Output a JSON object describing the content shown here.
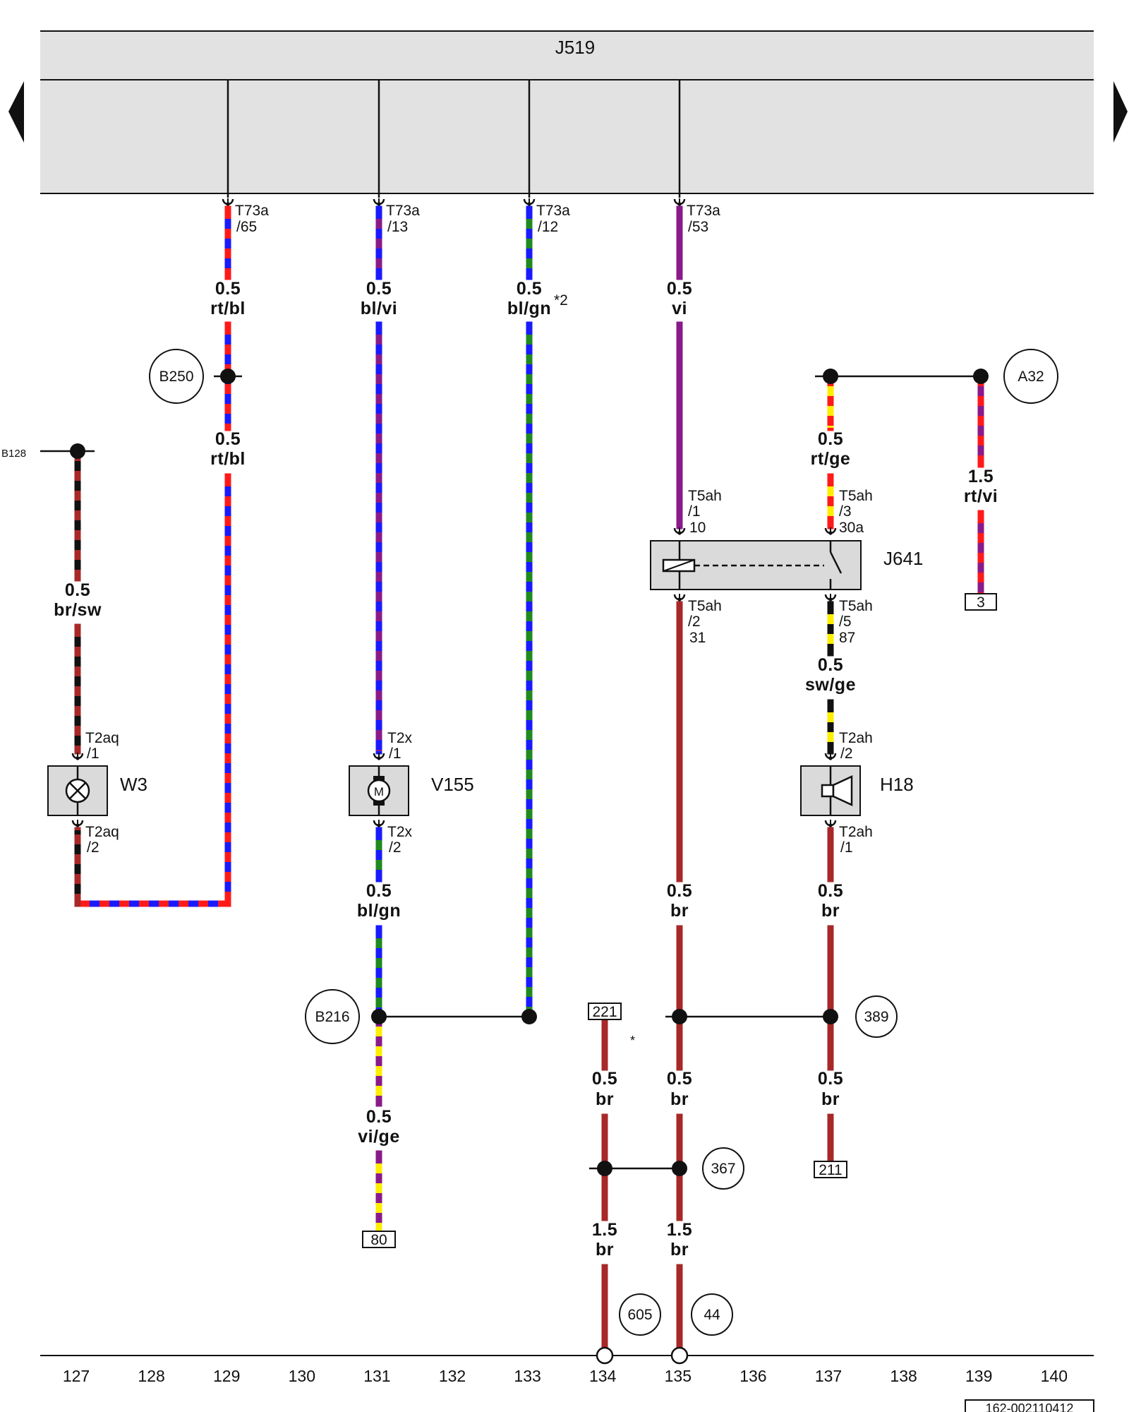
{
  "control_unit": {
    "name": "J519"
  },
  "connectors": {
    "t73a_65": {
      "plug": "T73a",
      "pin": "/65"
    },
    "t73a_13": {
      "plug": "T73a",
      "pin": "/13"
    },
    "t73a_12": {
      "plug": "T73a",
      "pin": "/12"
    },
    "t73a_53": {
      "plug": "T73a",
      "pin": "/53"
    },
    "t5ah_1": {
      "plug": "T5ah",
      "pin": "/1",
      "term": "10"
    },
    "t5ah_3": {
      "plug": "T5ah",
      "pin": "/3",
      "term": "30a"
    },
    "t5ah_2": {
      "plug": "T5ah",
      "pin": "/2",
      "term": "31"
    },
    "t5ah_5": {
      "plug": "T5ah",
      "pin": "/5",
      "term": "87"
    },
    "t2aq_1": {
      "plug": "T2aq",
      "pin": "/1"
    },
    "t2aq_2": {
      "plug": "T2aq",
      "pin": "/2"
    },
    "t2x_1": {
      "plug": "T2x",
      "pin": "/1"
    },
    "t2x_2": {
      "plug": "T2x",
      "pin": "/2"
    },
    "t2ah_2": {
      "plug": "T2ah",
      "pin": "/2"
    },
    "t2ah_1": {
      "plug": "T2ah",
      "pin": "/1"
    }
  },
  "wires": {
    "w129a": {
      "size": "0.5",
      "color": "rt/bl"
    },
    "w129b": {
      "size": "0.5",
      "color": "rt/bl"
    },
    "w131a": {
      "size": "0.5",
      "color": "bl/vi"
    },
    "w133a": {
      "size": "0.5",
      "color": "bl/gn",
      "note": "*2"
    },
    "w135a": {
      "size": "0.5",
      "color": "vi"
    },
    "w137a": {
      "size": "0.5",
      "color": "rt/ge"
    },
    "w139a": {
      "size": "1.5",
      "color": "rt/vi"
    },
    "w127a": {
      "size": "0.5",
      "color": "br/sw"
    },
    "w137b": {
      "size": "0.5",
      "color": "sw/ge"
    },
    "w131b": {
      "size": "0.5",
      "color": "bl/gn"
    },
    "w135b": {
      "size": "0.5",
      "color": "br"
    },
    "w137c": {
      "size": "0.5",
      "color": "br"
    },
    "w131c": {
      "size": "0.5",
      "color": "vi/ge"
    },
    "w134a": {
      "size": "0.5",
      "color": "br"
    },
    "w135c": {
      "size": "0.5",
      "color": "br"
    },
    "w137d": {
      "size": "0.5",
      "color": "br"
    },
    "w134b": {
      "size": "1.5",
      "color": "br"
    },
    "w135d": {
      "size": "1.5",
      "color": "br"
    }
  },
  "components": {
    "w3": "W3",
    "v155": "V155",
    "h18": "H18",
    "j641": "J641",
    "motor_symbol": "M"
  },
  "connections": {
    "b250": "B250",
    "b216": "B216",
    "a32": "A32",
    "b128": "B128"
  },
  "ground_points": {
    "g367": "367",
    "g389": "389",
    "g605": "605",
    "g44": "44"
  },
  "references": {
    "r3": "3",
    "r80": "80",
    "r221": "221",
    "r211": "211"
  },
  "asterisk": "*",
  "columns": [
    "127",
    "128",
    "129",
    "130",
    "131",
    "132",
    "133",
    "134",
    "135",
    "136",
    "137",
    "138",
    "139",
    "140"
  ],
  "diagram_id": "162-002110412",
  "colors": {
    "rt": "#ff1a1a",
    "bl": "#1a1aff",
    "gn": "#1f8a1f",
    "vi": "#8a1a8a",
    "ge": "#ffee00",
    "br": "#a82828",
    "sw": "#111111",
    "panel": "#e2e2e2",
    "component": "#dadada"
  }
}
